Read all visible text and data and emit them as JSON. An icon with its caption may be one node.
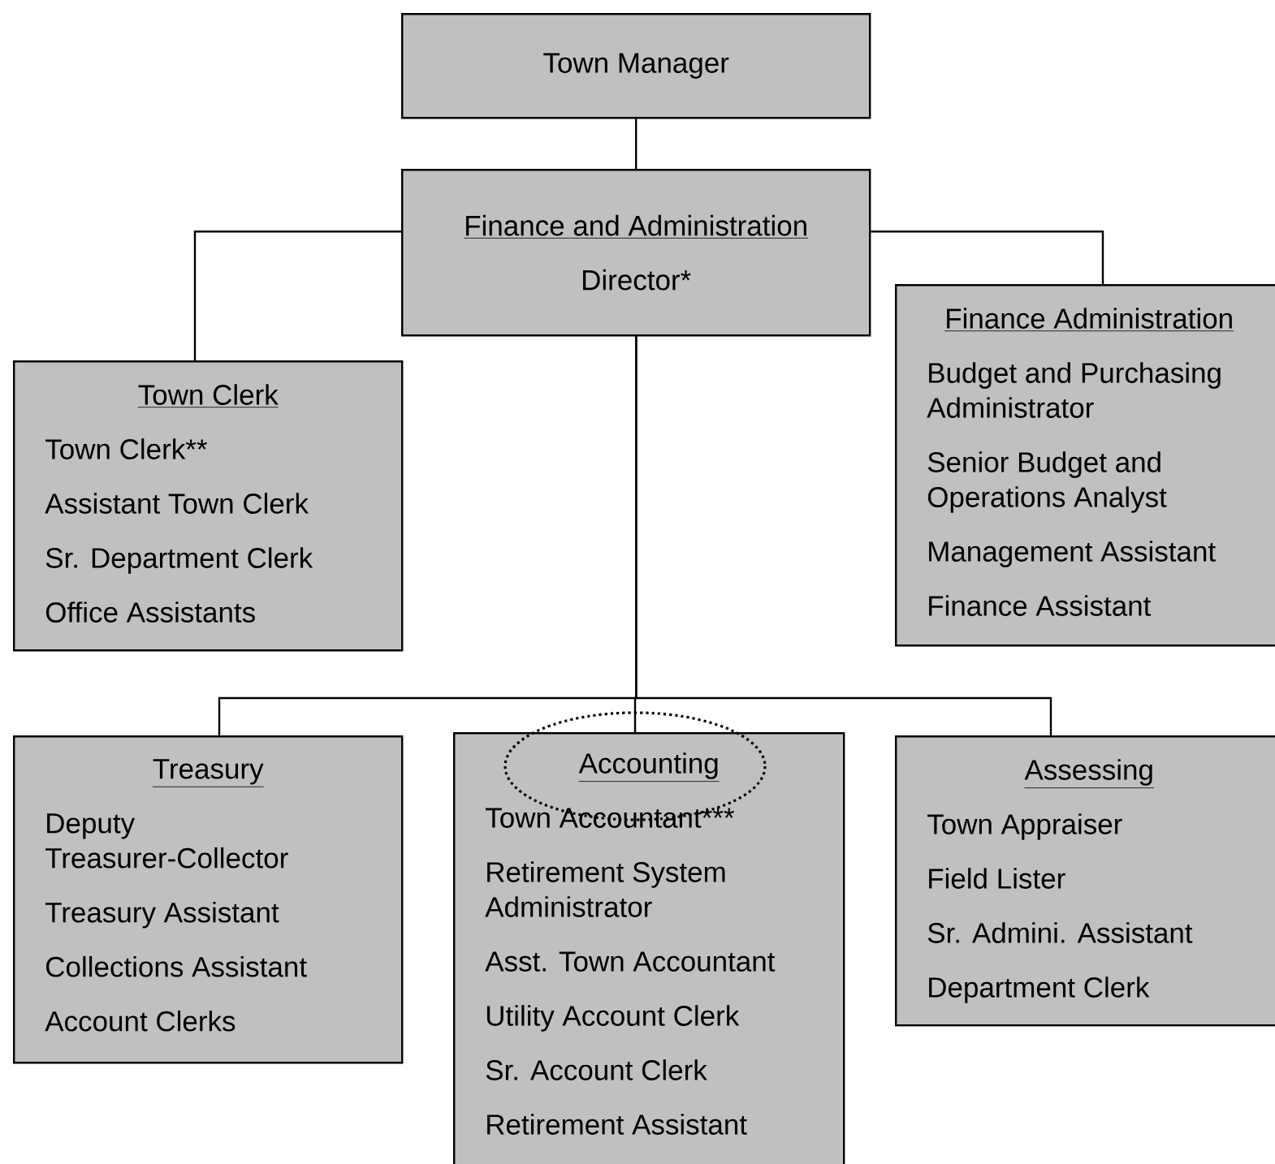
{
  "diagram": {
    "nodes": [
      {
        "text": [
          "Town Manager"
        ]
      },
      {
        "text": [
          "Finance and Administration",
          "Director*"
        ]
      },
      {
        "text": [
          "Town Clerk",
          "Town Clerk**",
          "Assistant Town Clerk",
          "Sr. Department Clerk",
          "Office Assistants"
        ]
      },
      {
        "text": [
          "Finance Administration",
          "Budget and Purchasing Administrator",
          "Senior Budget and Operations Analyst",
          "Management Assistant",
          "Finance Assistant"
        ]
      },
      {
        "text": [
          "Treasury",
          "Deputy Treasurer-Collector",
          "Treasury Assistant",
          "Collections Assistant",
          "Account Clerks"
        ]
      },
      {
        "text": [
          "Accounting",
          "Town Accountant***",
          "Retirement System Administrator",
          "Asst. Town Accountant",
          "Utility Account Clerk",
          "Sr. Account Clerk",
          "Retirement Assistant"
        ]
      },
      {
        "text": [
          "Assessing",
          "Town Appraiser",
          "Field Lister",
          "Sr. Admini. Assistant",
          "Department Clerk"
        ]
      }
    ],
    "edges": [
      {
        "from": 0,
        "to": 1,
        "arrow": "none"
      },
      {
        "from": 1,
        "to": 2,
        "arrow": "none"
      },
      {
        "from": 1,
        "to": 3,
        "arrow": "none"
      },
      {
        "from": 1,
        "to": 4,
        "arrow": "none"
      },
      {
        "from": 1,
        "to": 5,
        "arrow": "none"
      },
      {
        "from": 1,
        "to": 6,
        "arrow": "none"
      }
    ]
  }
}
